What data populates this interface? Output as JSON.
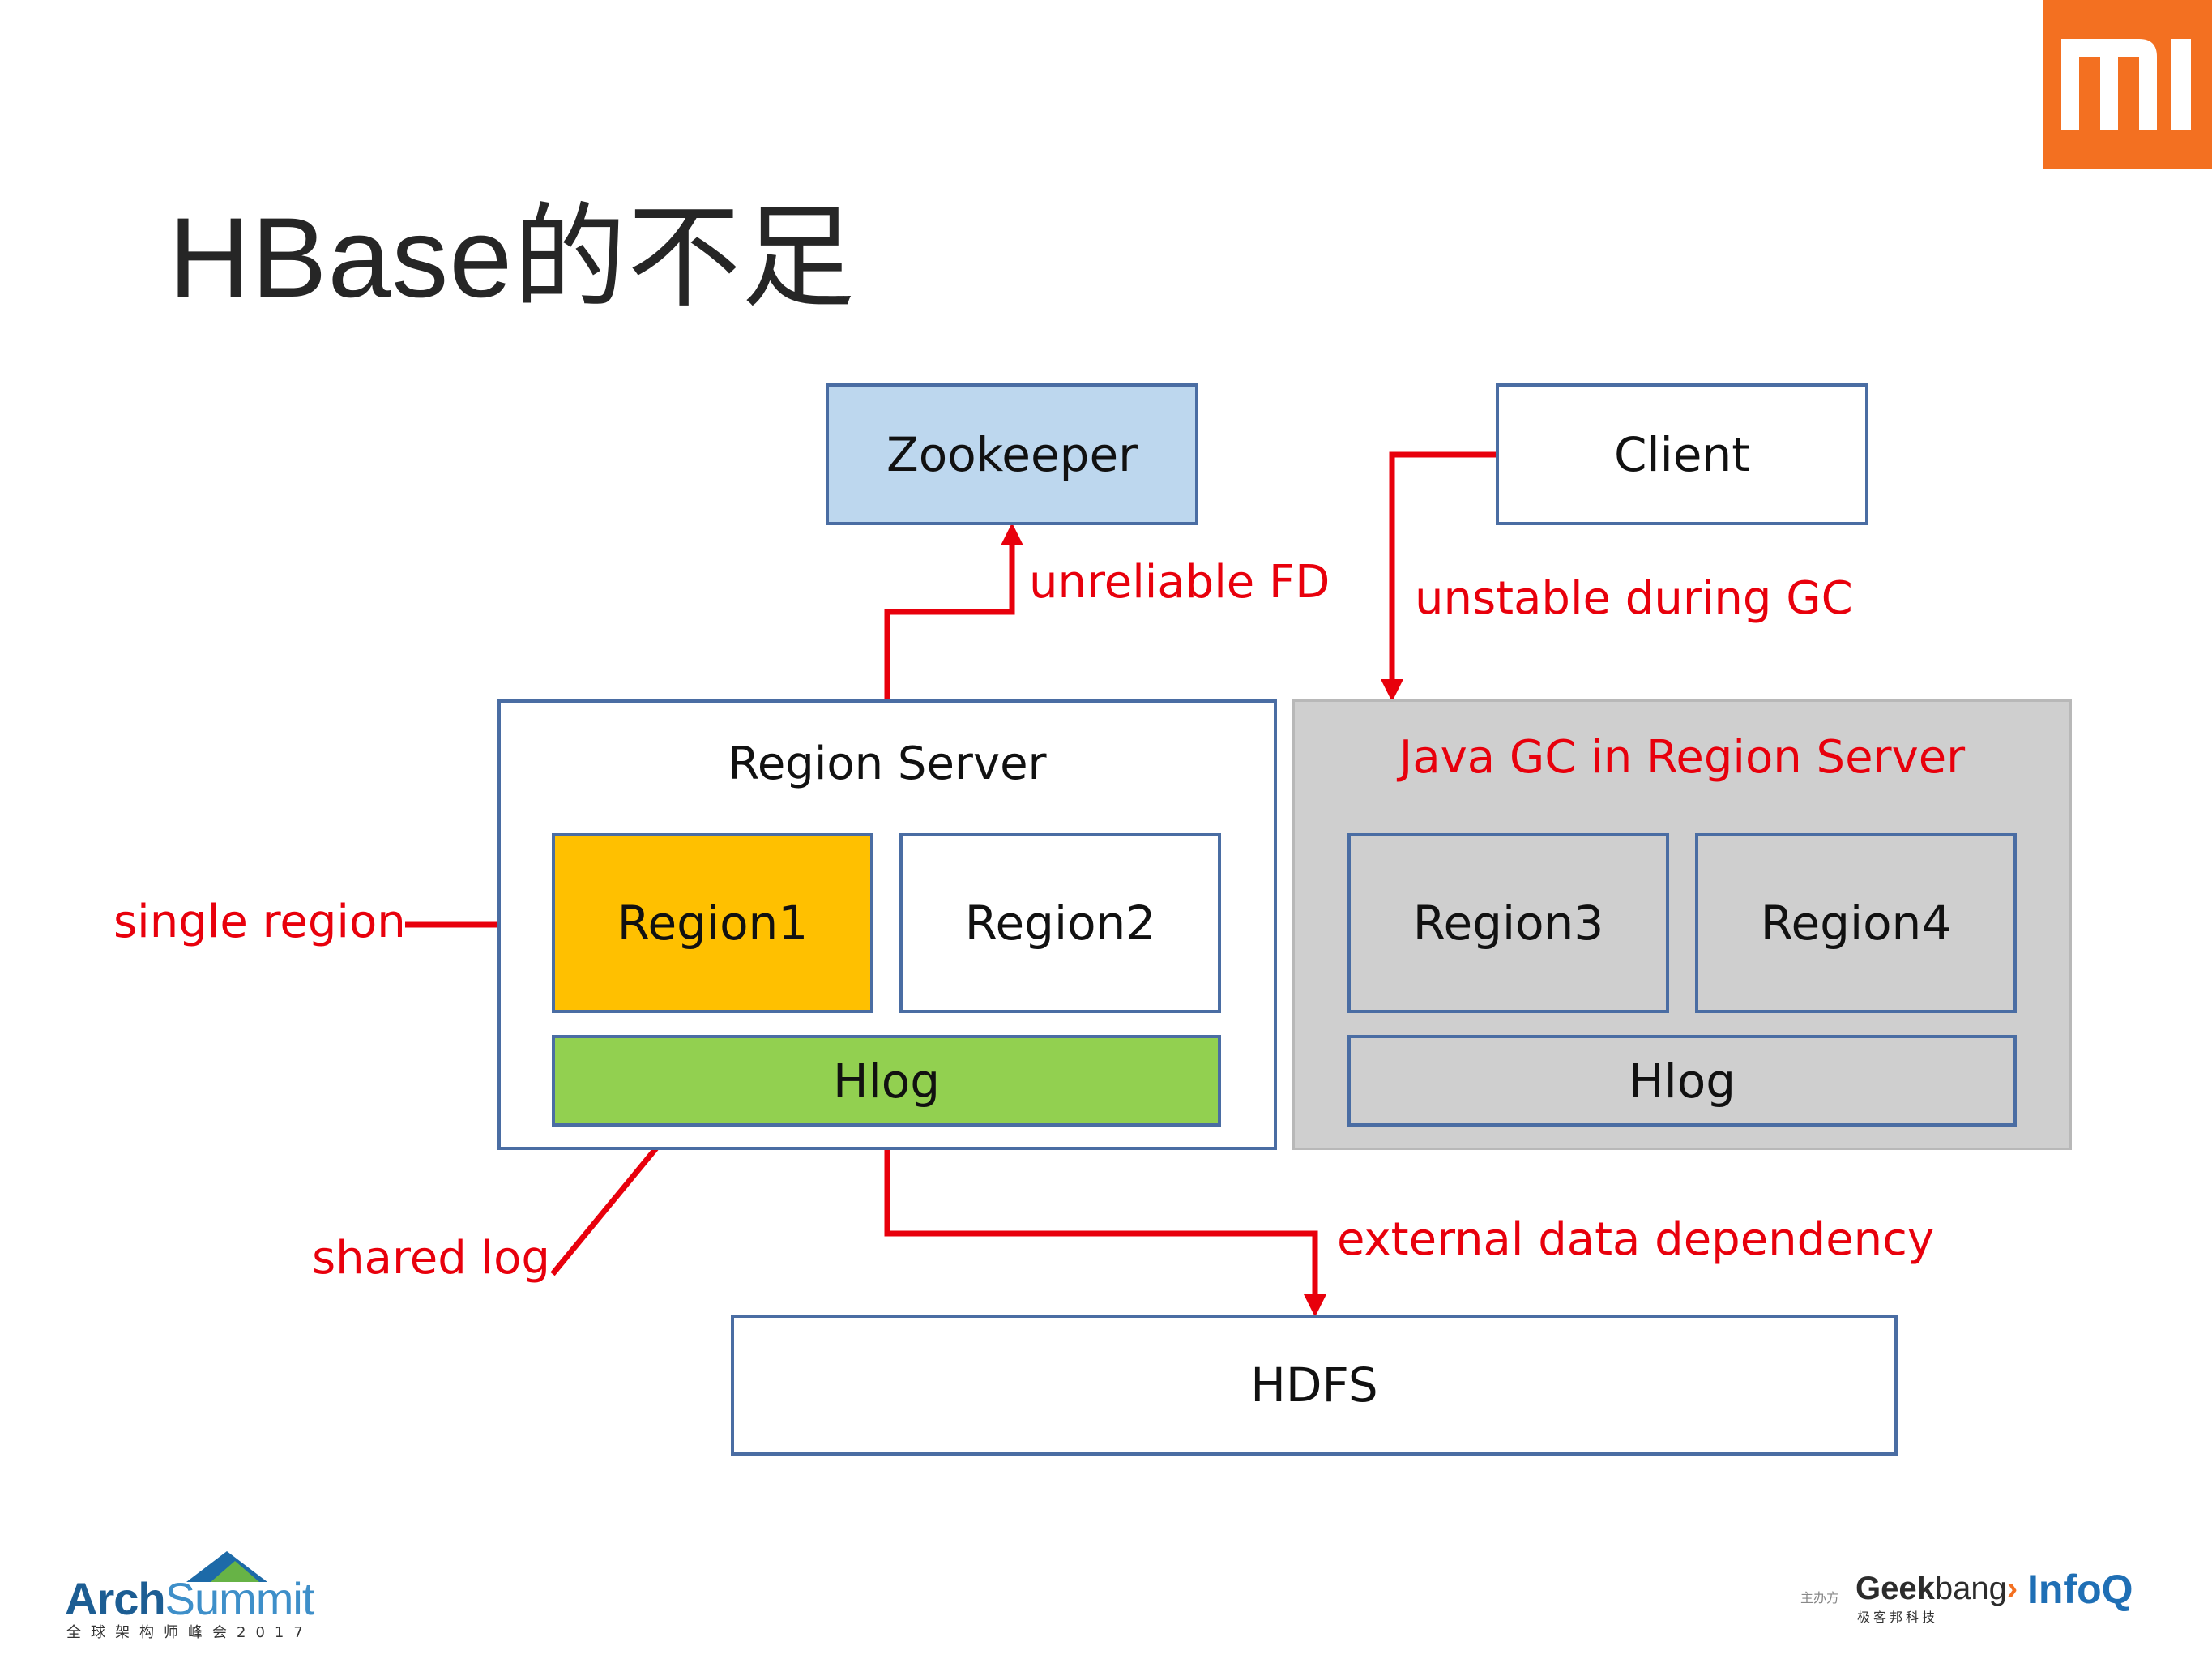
{
  "slide": {
    "title": "HBase的不足"
  },
  "nodes": {
    "zookeeper": "Zookeeper",
    "client": "Client",
    "region_server": "Region Server",
    "region1": "Region1",
    "region2": "Region2",
    "hlog_left": "Hlog",
    "java_gc_title": "Java GC in Region Server",
    "region3": "Region3",
    "region4": "Region4",
    "hlog_right": "Hlog",
    "hdfs": "HDFS"
  },
  "annotations": {
    "unreliable_fd": "unreliable FD",
    "unstable_gc": "unstable during GC",
    "single_region": "single region",
    "shared_log": "shared log",
    "external_dependency": "external data dependency"
  },
  "footer": {
    "archsummit_arch": "Arch",
    "archsummit_summit": "Summit",
    "archsummit_sub": "全球架构师峰会2017",
    "sponsor_label": "主办方",
    "geekbang_geek": "Geek",
    "geekbang_bang": "bang",
    "geekbang_sub": "极客邦科技",
    "infoq": "InfoQ"
  },
  "colors": {
    "accent_red": "#e8000c",
    "box_border": "#4a6da3",
    "zookeeper_fill": "#bdd7ee",
    "region1_fill": "#ffc000",
    "hlog_fill": "#92d050",
    "gc_panel_fill": "#cfcfcf",
    "mi_orange": "#f37021",
    "infoq_blue": "#1f6fb5"
  }
}
